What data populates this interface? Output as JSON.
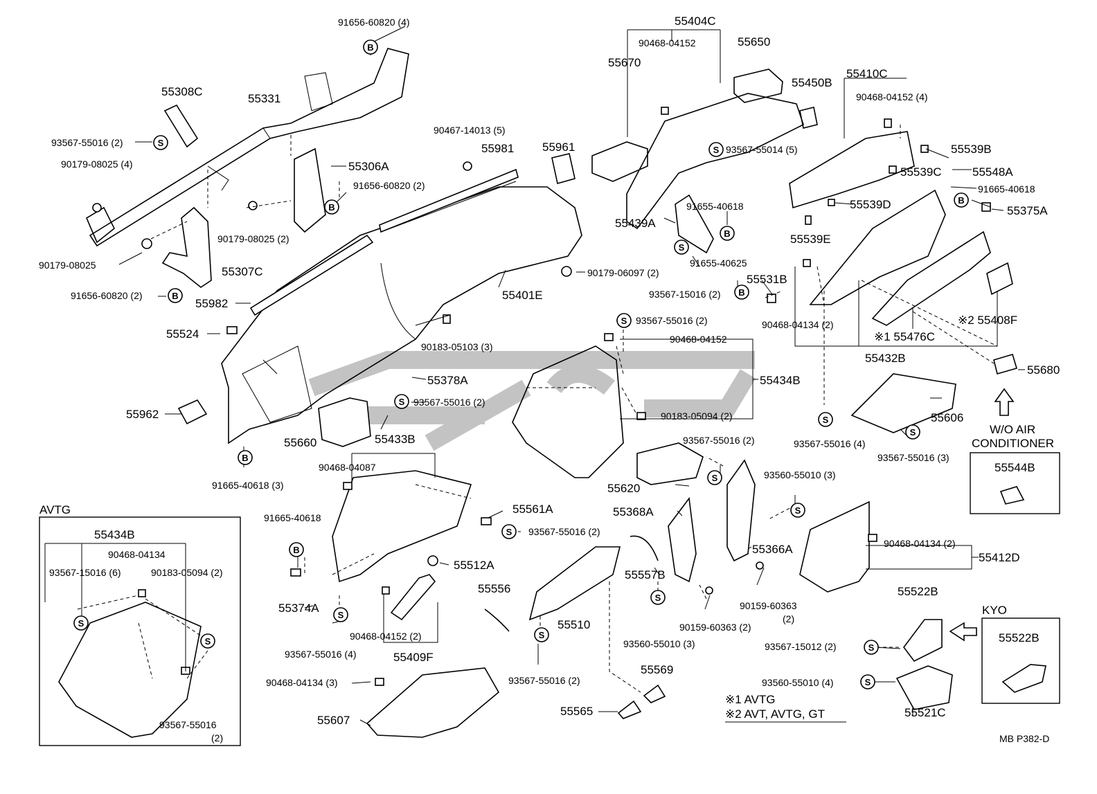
{
  "labels": {
    "p55404C": "55404C",
    "p90468_04152_a": "90468-04152",
    "p55650": "55650",
    "p55670": "55670",
    "p55450B": "55450B",
    "p55410C": "55410C",
    "p90468_04152_4": "90468-04152 (4)",
    "p91656_60820_4": "91656-60820 (4)",
    "p55308C": "55308C",
    "p55331": "55331",
    "p93567_55016_2_a": "93567-55016 (2)",
    "p90467_14013_5": "90467-14013 (5)",
    "p55981": "55981",
    "p55961": "55961",
    "p93567_55014_5": "93567-55014 (5)",
    "p55539B": "55539B",
    "p55539C": "55539C",
    "p55548A": "55548A",
    "p91665_40618_a": "91665-40618",
    "p55375A": "55375A",
    "p55306A": "55306A",
    "p90179_08025_4": "90179-08025 (4)",
    "p91656_60820_2_a": "91656-60820 (2)",
    "p91655_40618": "91655-40618",
    "p55439A": "55439A",
    "p55539D": "55539D",
    "p55539E": "55539E",
    "p90179_08025_2": "90179-08025 (2)",
    "p90179_08025": "90179-08025",
    "p55307C": "55307C",
    "p91655_40625": "91655-40625",
    "p90179_06097_2": "90179-06097 (2)",
    "p55531B": "55531B",
    "p91656_60820_2_b": "91656-60820 (2)",
    "p55982": "55982",
    "p55401E": "55401E",
    "p93567_15016_2": "93567-15016 (2)",
    "p90468_04134_2_a": "90468-04134 (2)",
    "p55408F": "※2 55408F",
    "p55476C": "※1 55476C",
    "p55524": "55524",
    "p90183_05103_3": "90183-05103 (3)",
    "p93567_55016_2_b": "93567-55016 (2)",
    "p90468_04152_b": "90468-04152",
    "p55432B": "55432B",
    "p55680": "55680",
    "p55378A": "55378A",
    "p55434B": "55434B",
    "p93567_55016_2_c": "93567-55016 (2)",
    "p55962": "55962",
    "p90183_05094_2": "90183-05094 (2)",
    "p55606": "55606",
    "p55660": "55660",
    "p55433B": "55433B",
    "p93567_55016_2_d": "93567-55016 (2)",
    "p93567_55016_4_a": "93567-55016 (4)",
    "p93567_55016_3": "93567-55016 (3)",
    "p91665_40618_3": "91665-40618 (3)",
    "p90468_04087": "90468-04087",
    "p55620": "55620",
    "p93560_55010_3_a": "93560-55010 (3)",
    "wo_air": "W/O AIR",
    "conditioner": "CONDITIONER",
    "p55544B": "55544B",
    "avtg": "AVTG",
    "p55434B_avtg": "55434B",
    "p90468_04134_avtg": "90468-04134",
    "p93567_15016_6": "93567-15016 (6)",
    "p90183_05094_avtg": "90183-05094 (2)",
    "p93567_55016_avtg": "93567-55016",
    "p2_avtg": "(2)",
    "p91665_40618_b": "91665-40618",
    "p55561A": "55561A",
    "p93567_55016_2_e": "93567-55016 (2)",
    "p55368A": "55368A",
    "p90468_04134_2_b": "90468-04134 (2)",
    "p55412D": "55412D",
    "p55512A": "55512A",
    "p55366A": "55366A",
    "p55374A": "55374A",
    "p55556": "55556",
    "p55557B": "55557B",
    "p90159_60363": "90159-60363",
    "p2_b": "(2)",
    "p55522B": "55522B",
    "kyo": "KYO",
    "p55522B_kyo": "55522B",
    "p55510": "55510",
    "p90468_04152_2": "90468-04152 (2)",
    "p55409F": "55409F",
    "p93567_55016_4_b": "93567-55016 (4)",
    "p90159_60363_2": "90159-60363 (2)",
    "p93560_55010_3_b": "93560-55010 (3)",
    "p93567_15012_2": "93567-15012 (2)",
    "p90468_04134_3": "90468-04134 (3)",
    "p55569": "55569",
    "p93567_55016_2_f": "93567-55016 (2)",
    "p93560_55010_4": "93560-55010 (4)",
    "p55607": "55607",
    "p55565": "55565",
    "p55521C": "55521C",
    "note1": "※1 AVTG",
    "note2": "※2 AVT, AVTG, GT",
    "ref": "MB  P382-D"
  },
  "markers": {
    "s": "S",
    "b": "B"
  }
}
